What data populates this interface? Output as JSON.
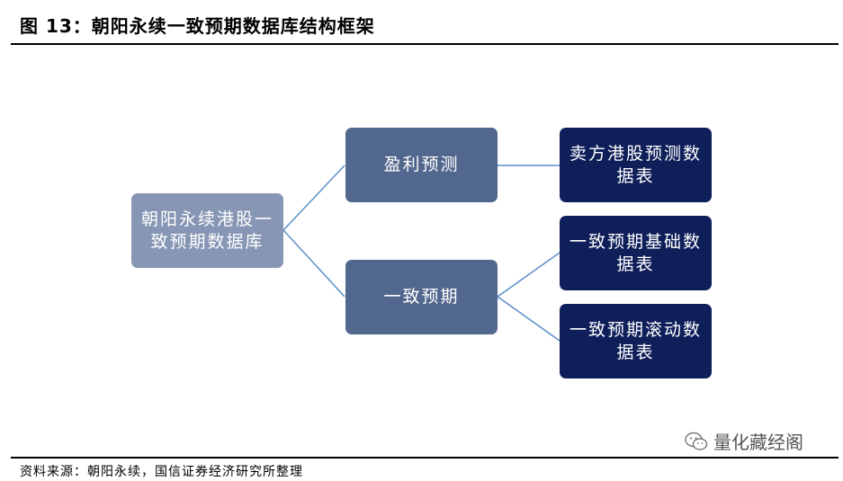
{
  "figure": {
    "title": "图 13：朝阳永续一致预期数据库结构框架",
    "source": "资料来源：朝阳永续，国信证券经济研究所整理"
  },
  "diagram": {
    "root": "朝阳永续港股一致预期数据库",
    "level1": [
      "盈利预测",
      "一致预期"
    ],
    "level2": [
      "卖方港股预测数据表",
      "一致预期基础数据表",
      "一致预期滚动数据表"
    ]
  },
  "watermark": {
    "text": "量化藏经阁",
    "icon": "wechat-icon"
  },
  "colors": {
    "root": "#8696b4",
    "level1": "#52678d",
    "level2": "#0e1f5a",
    "connector": "#5b8fc9"
  }
}
